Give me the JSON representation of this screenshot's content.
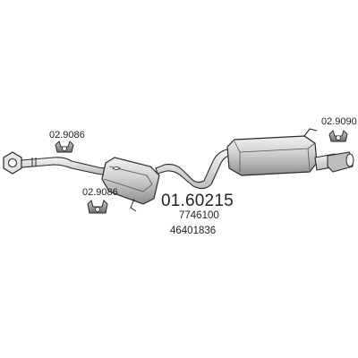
{
  "diagram": {
    "main_part_number": "01.60215",
    "oem_numbers": [
      "7746100",
      "46401836"
    ],
    "hanger_labels": {
      "front_upper": "02.9086",
      "front_lower": "02.9086",
      "rear": "02.9090"
    }
  },
  "colors": {
    "line": "#2a2a2a",
    "body_light": "#d8d8d8",
    "body_dark": "#9a9a9a",
    "text": "#222222"
  }
}
